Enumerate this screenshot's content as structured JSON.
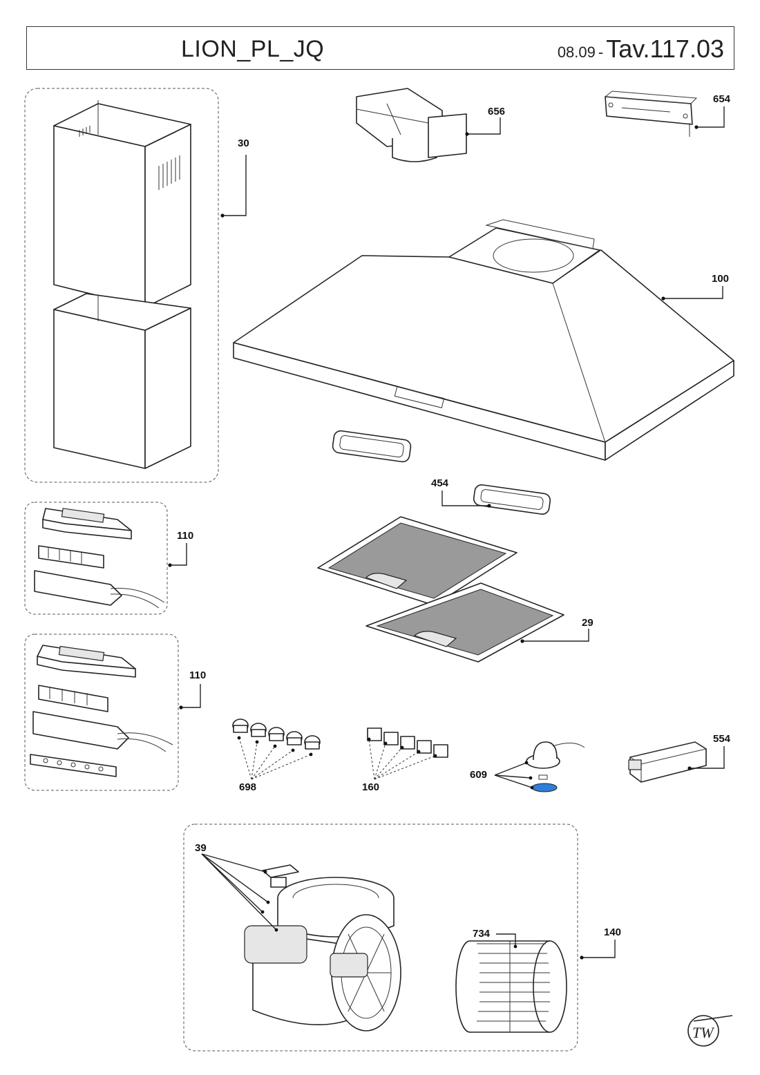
{
  "header": {
    "model": "LION_PL_JQ",
    "date": "08.09",
    "separator": "-",
    "table": "Tav.117.03"
  },
  "labels": {
    "p30": "30",
    "p656": "656",
    "p654": "654",
    "p100": "100",
    "p110a": "110",
    "p110b": "110",
    "p454": "454",
    "p29": "29",
    "p698": "698",
    "p160": "160",
    "p609": "609",
    "p554": "554",
    "p39": "39",
    "p734": "734",
    "p140": "140"
  },
  "logo": {
    "text": "TW"
  },
  "colors": {
    "line": "#222222",
    "filter_mesh": "#9a9a9a",
    "lens_blue": "#2f7fd6"
  }
}
